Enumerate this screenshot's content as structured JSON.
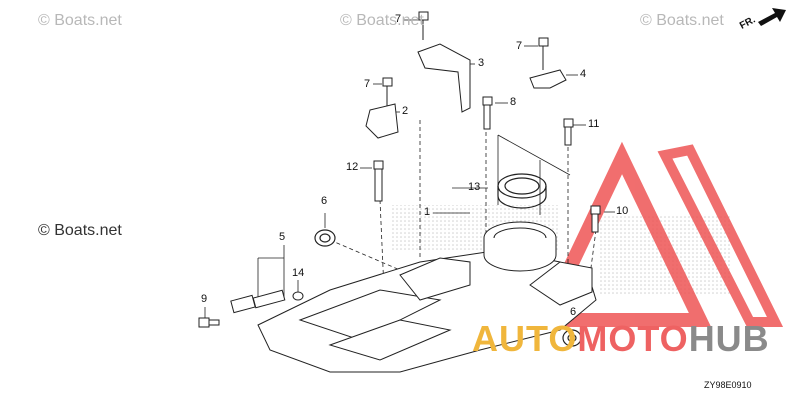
{
  "watermarks": [
    "© Boats.net",
    "© Boats.net",
    "© Boats.net",
    "© Boats.net"
  ],
  "direction": "FR.",
  "callouts": {
    "c1": "1",
    "c2": "2",
    "c3": "3",
    "c4": "4",
    "c5": "5",
    "c6a": "6",
    "c6b": "6",
    "c7a": "7",
    "c7b": "7",
    "c7c": "7",
    "c8": "8",
    "c9": "9",
    "c10": "10",
    "c11": "11",
    "c12": "12",
    "c13": "13",
    "c14": "14"
  },
  "diagram_code": "ZY98E0910",
  "brand": {
    "part1": "AUTO",
    "part2": "MOTO",
    "part3": "HUB"
  },
  "colors": {
    "brand_red": "#ee3b3b",
    "brand_orange": "#f0a020",
    "brand_gray": "#777777"
  }
}
